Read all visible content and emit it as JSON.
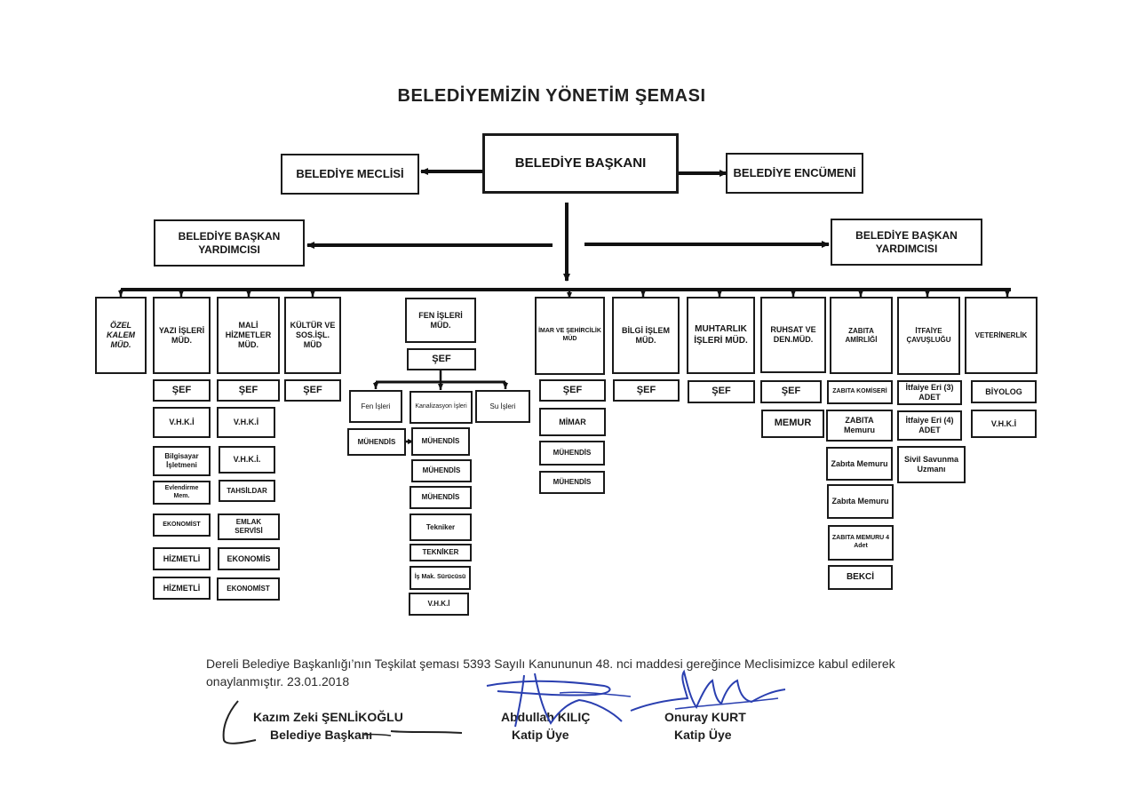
{
  "title": "BELEDİYEMİZİN YÖNETİM ŞEMASI",
  "top": {
    "baskan": "BELEDİYE BAŞKANI",
    "meclis": "BELEDİYE MECLİSİ",
    "encumen": "BELEDİYE ENCÜMENİ",
    "yardimci_left": "BELEDİYE BAŞKAN YARDIMCISI",
    "yardimci_right": "BELEDİYE BAŞKAN YARDIMCISI"
  },
  "departments": {
    "ozel_kalem": "ÖZEL KALEM MÜD.",
    "yazi_isleri": "YAZI İŞLERİ MÜD.",
    "mali_hizmetler": "MALİ HİZMETLER MÜD.",
    "kultur": "KÜLTÜR VE SOS.İŞL. MÜD",
    "fen_isleri": "FEN İŞLERİ MÜD.",
    "imar": "İMAR VE ŞEHİRCİLİK MÜD",
    "bilgi_islem": "BİLGİ İŞLEM MÜD.",
    "muhtarlik": "MUHTARLIK İŞLERİ MÜD.",
    "ruhsat": "RUHSAT VE DEN.MÜD.",
    "zabita": "ZABITA AMİRLİĞİ",
    "itfaiye": "İTFAİYE ÇAVUŞLUĞU",
    "veteriner": "VETERİNERLİK"
  },
  "yazi_isleri_staff": [
    "ŞEF",
    "V.H.K.İ",
    "Bilgisayar İşletmeni",
    "Evlendirme Mem.",
    "EKONOMİST",
    "HİZMETLİ",
    "HİZMETLİ"
  ],
  "mali_staff": [
    "ŞEF",
    "V.H.K.İ",
    "V.H.K.İ.",
    "TAHSİLDAR",
    "EMLAK SERVİSİ",
    "EKONOMİS",
    "EKONOMİST"
  ],
  "kultur_staff": [
    "ŞEF"
  ],
  "fen": {
    "sef": "ŞEF",
    "fen_isleri": "Fen İşleri",
    "kanalizasyon": "Kanalizasyon İşleri",
    "su_isleri": "Su İşleri",
    "muhendis_left": "MÜHENDİS",
    "kanal_staff": [
      "MÜHENDİS",
      "MÜHENDİS",
      "MÜHENDİS",
      "Tekniker",
      "TEKNİKER",
      "İş Mak. Sürücüsü",
      "V.H.K.İ"
    ]
  },
  "imar_staff": [
    "ŞEF",
    "MİMAR",
    "MÜHENDİS",
    "MÜHENDİS"
  ],
  "bilgi_staff": [
    "ŞEF"
  ],
  "muhtarlik_staff": [
    "ŞEF"
  ],
  "ruhsat_staff": [
    "ŞEF",
    "MEMUR"
  ],
  "zabita_staff": [
    "ZABITA KOMİSERİ",
    "ZABITA Memuru",
    "Zabıta Memuru",
    "Zabıta Memuru",
    "ZABITA MEMURU 4 Adet",
    "BEKCİ"
  ],
  "itfaiye_staff": [
    "İtfaiye Eri (3) ADET",
    "İtfaiye Eri (4) ADET",
    "Sivil Savunma Uzmanı"
  ],
  "veteriner_staff": [
    "BİYOLOG",
    "V.H.K.İ"
  ],
  "approval_text": "Dereli Belediye Başkanlığı’nın Teşkilat şeması 5393 Sayılı Kanununun 48. nci maddesi gereğince Meclisimizce kabul edilerek onaylanmıştır. 23.01.2018",
  "signatories": [
    {
      "name": "Kazım Zeki ŞENLİKOĞLU",
      "role": "Belediye Başkanı"
    },
    {
      "name": "Abdullah KILIÇ",
      "role": "Katip Üye"
    },
    {
      "name": "Onuray KURT",
      "role": "Katip Üye"
    }
  ],
  "colors": {
    "ink": "#1a1a1a",
    "signature_ink": "#2a3fb0"
  }
}
